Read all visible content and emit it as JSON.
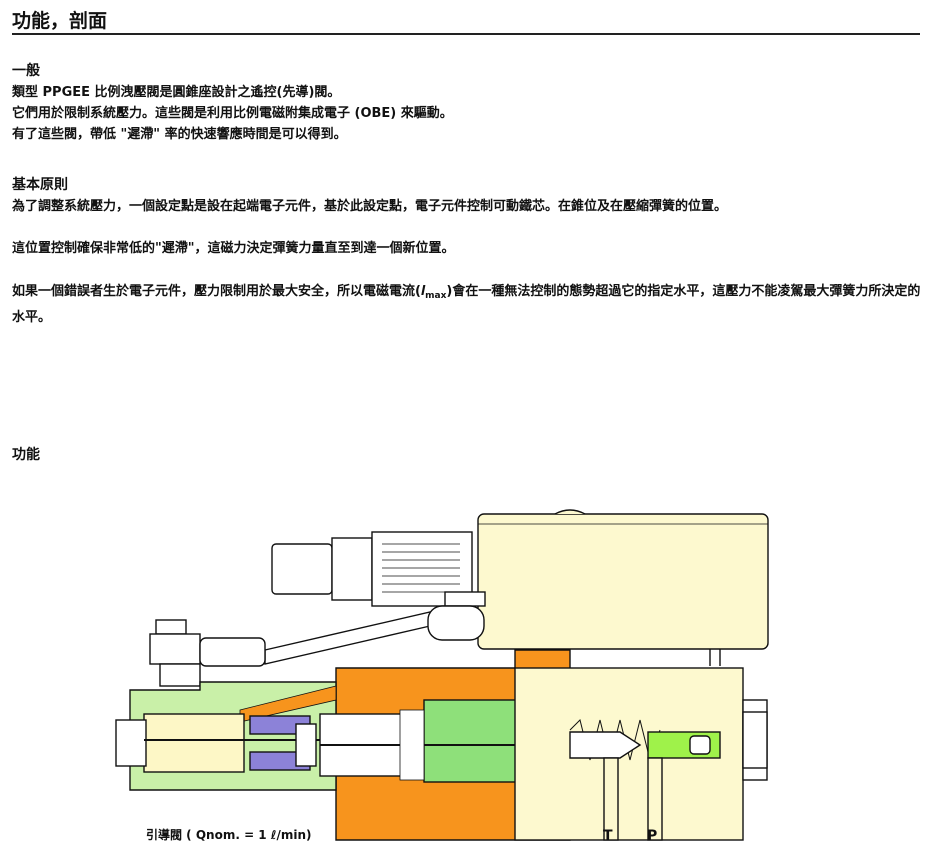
{
  "page_title": "功能，剖面",
  "general": {
    "heading": "一般",
    "lines": [
      "類型 PPGEE 比例洩壓閥是圓錐座設計之遙控(先導)閥。",
      "它們用於限制系統壓力。這些閥是利用比例電磁附集成電子 (OBE) 來驅動。",
      "有了這些閥，帶低 \"遲滯\" 率的快速響應時間是可以得到。"
    ]
  },
  "principle": {
    "heading": "基本原則",
    "para1": "為了調整系統壓力，一個設定點是設在起端電子元件，基於此設定點，電子元件控制可動鐵芯。在錐位及在壓縮彈簧的位置。",
    "para2": "這位置控制確保非常低的\"遲滯\"，這磁力決定彈簧力量直至到達一個新位置。",
    "para3_a": "如果一個錯誤者生於電子元件，壓力限制用於最大安全，所以電磁電流(",
    "para3_i": "I",
    "para3_sub": "max",
    "para3_b": ")會在一種無法控制的態勢超過它的指定水平，這壓力不能凌駕最大彈簧力所決定的水平。"
  },
  "function_heading": "功能",
  "diagram": {
    "pilot_label": "引導閥 ( Qnom. = 1 ℓ/min)",
    "port_t": "T",
    "port_p": "P",
    "colors": {
      "orange": "#f7941d",
      "green_light": "#c9f0a8",
      "green": "#8ee07a",
      "yellow": "#fdf7c6",
      "purple": "#8c82d8",
      "body_cream": "#fdf9cf",
      "lime": "#9ff24a"
    }
  }
}
